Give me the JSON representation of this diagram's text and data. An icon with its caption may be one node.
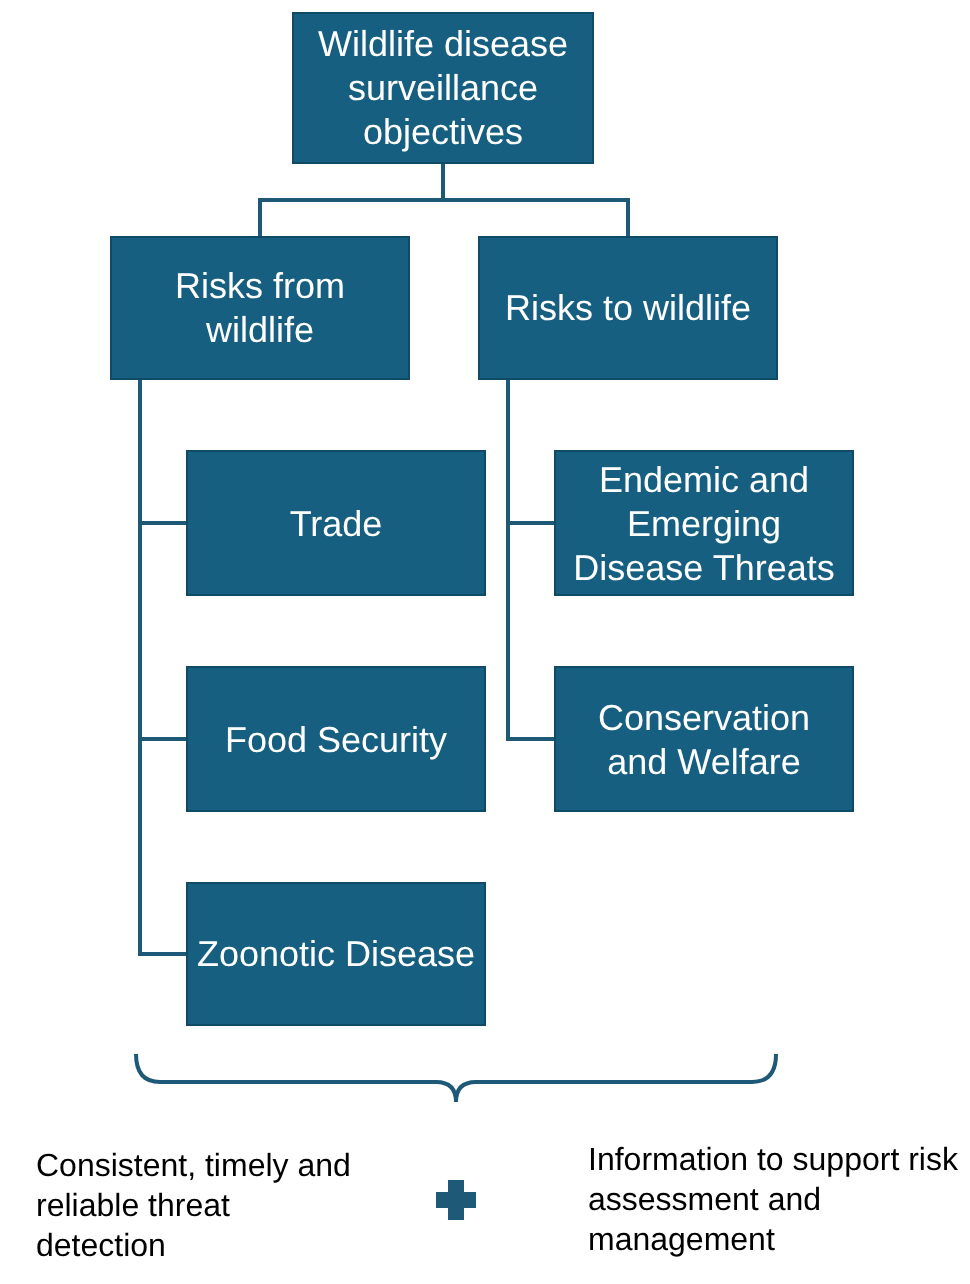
{
  "diagram": {
    "nodes": [
      {
        "text": [
          "Wildlife disease surveillance objectives"
        ]
      },
      {
        "text": [
          "Risks from wildlife"
        ]
      },
      {
        "text": [
          "Risks to wildlife"
        ]
      },
      {
        "text": [
          "Trade"
        ]
      },
      {
        "text": [
          "Food Security"
        ]
      },
      {
        "text": [
          "Zoonotic Disease"
        ]
      },
      {
        "text": [
          "Endemic and Emerging Disease Threats"
        ]
      },
      {
        "text": [
          "Conservation and Welfare"
        ]
      }
    ],
    "edges": [
      {
        "from": 0,
        "to": 1,
        "arrow": "none"
      },
      {
        "from": 0,
        "to": 2,
        "arrow": "none"
      },
      {
        "from": 1,
        "to": 3,
        "arrow": "none"
      },
      {
        "from": 1,
        "to": 4,
        "arrow": "none"
      },
      {
        "from": 1,
        "to": 5,
        "arrow": "none"
      },
      {
        "from": 2,
        "to": 6,
        "arrow": "none"
      },
      {
        "from": 2,
        "to": 7,
        "arrow": "none"
      }
    ],
    "labels": [
      "Consistent, timely and reliable threat detection",
      "Information to support risk assessment and management"
    ]
  }
}
